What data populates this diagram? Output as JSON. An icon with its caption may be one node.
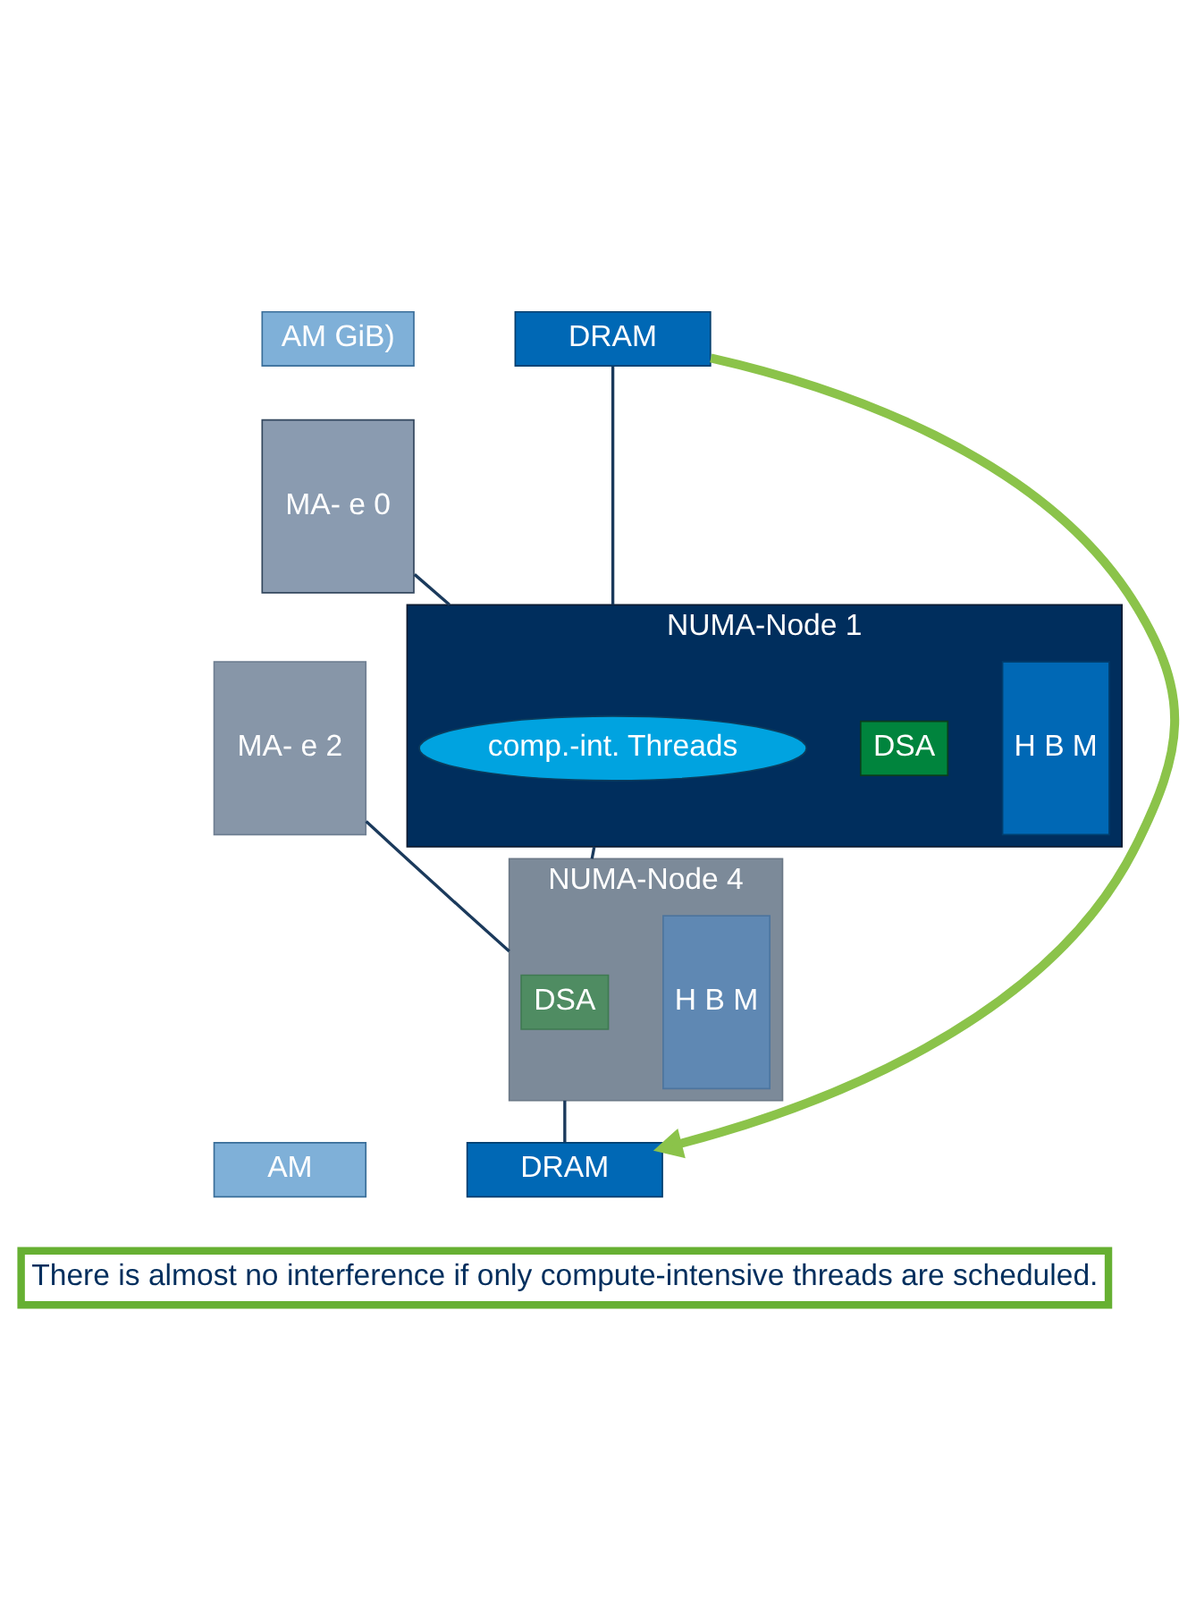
{
  "diagram": {
    "nodes": [
      {
        "text": [
          "AM GiB)"
        ]
      },
      {
        "text": [
          "DRAM"
        ]
      },
      {
        "text": [
          "MA- e 0"
        ]
      },
      {
        "text": [
          "NUMA-Node 1"
        ]
      },
      {
        "text": [
          "H B M"
        ],
        "in": 3
      },
      {
        "text": [
          "DSA"
        ],
        "in": 3
      },
      {
        "text": [
          "comp.-int. Threads"
        ],
        "in": 3
      },
      {
        "text": [
          "MA- e 2"
        ]
      },
      {
        "text": [
          "NUMA-Node 4"
        ]
      },
      {
        "text": [
          "H B M"
        ],
        "in": 8
      },
      {
        "text": [
          "DSA"
        ],
        "in": 8
      },
      {
        "text": [
          "AM"
        ]
      },
      {
        "text": [
          "DRAM"
        ]
      },
      {
        "text": [
          "There is almost no interference if only compute-intensive threads are scheduled."
        ]
      }
    ],
    "edges": [
      {
        "from": 1,
        "to": 3,
        "arrow": "none"
      },
      {
        "from": 2,
        "to": 3,
        "arrow": "none"
      },
      {
        "from": 3,
        "to": 8,
        "arrow": "none"
      },
      {
        "from": 7,
        "to": 8,
        "arrow": "none"
      },
      {
        "from": 8,
        "to": 12,
        "arrow": "none"
      },
      {
        "from": 1,
        "to": 12,
        "arrow": "to",
        "style": "thick",
        "color": "#8bc34a"
      }
    ]
  }
}
